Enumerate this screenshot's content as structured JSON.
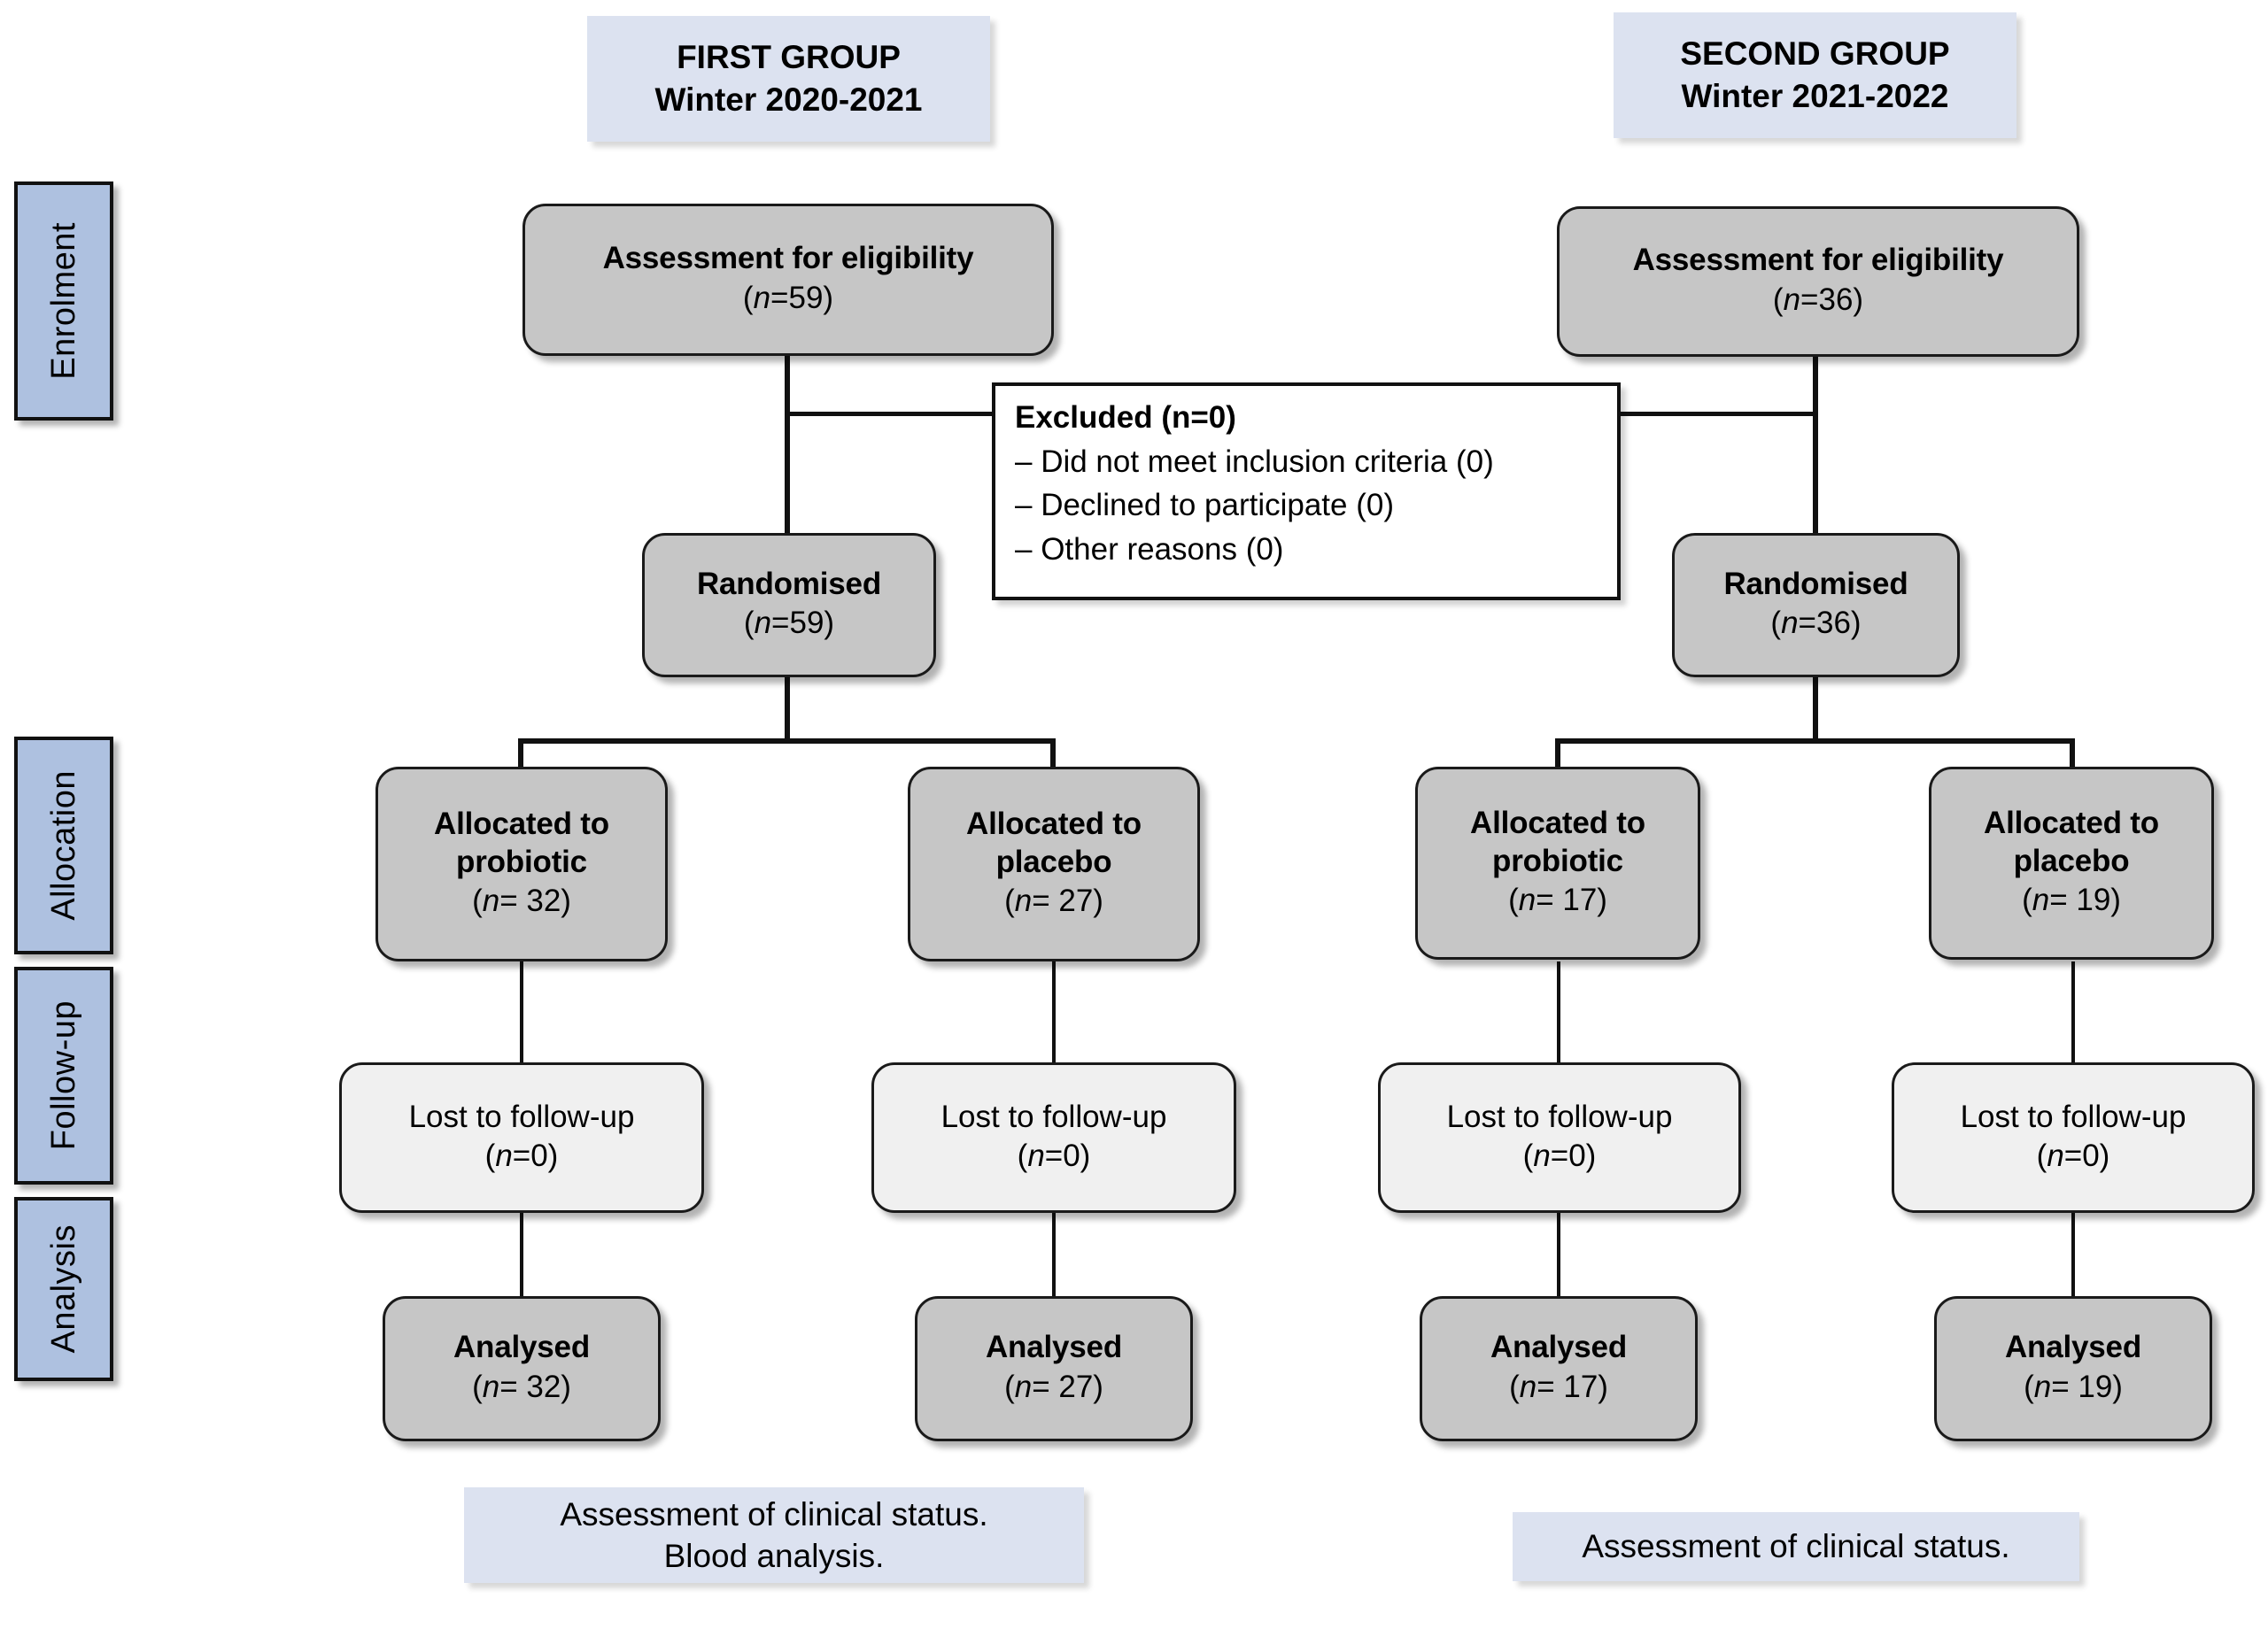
{
  "diagram": {
    "type": "consort-flow-diagram",
    "accent_blue_header": "#dce2f0",
    "accent_blue_stage": "#aec1e0",
    "box_grey": "#c6c6c6",
    "box_pale": "#f0f0f0"
  },
  "group_headers": [
    {
      "line1": "FIRST GROUP",
      "line2": "Winter 2020-2021"
    },
    {
      "line1": "SECOND GROUP",
      "line2": "Winter 2021-2022"
    }
  ],
  "stages": [
    {
      "label": "Enrolment"
    },
    {
      "label": "Allocation"
    },
    {
      "label": "Follow-up"
    },
    {
      "label": "Analysis"
    }
  ],
  "excluded": {
    "title": "Excluded (n=0)",
    "items": [
      "– Did not meet inclusion criteria (0)",
      "– Declined to participate (0)",
      "– Other reasons (0)"
    ]
  },
  "left_group": {
    "assessment": {
      "title": "Assessment for eligibility",
      "n_prefix": "(",
      "n_label": "n",
      "n_value": "=59)"
    },
    "randomised": {
      "title": "Randomised",
      "n_prefix": "(",
      "n_label": "n",
      "n_value": "=59)"
    },
    "arms": [
      {
        "title_line1": "Allocated to",
        "title_line2": "probiotic",
        "alloc_n": "= 32)",
        "lost_title": "Lost to follow-up",
        "lost_n": "=0)",
        "analysed_title": "Analysed",
        "analysed_n": "= 32)"
      },
      {
        "title_line1": "Allocated to",
        "title_line2": "placebo",
        "alloc_n": "= 27)",
        "lost_title": "Lost to follow-up",
        "lost_n": "=0)",
        "analysed_title": "Analysed",
        "analysed_n": "= 27)"
      }
    ],
    "footer_line1": "Assessment of clinical status.",
    "footer_line2": "Blood analysis."
  },
  "right_group": {
    "assessment": {
      "title": "Assessment for eligibility",
      "n_prefix": "(",
      "n_label": "n",
      "n_value": "=36)"
    },
    "randomised": {
      "title": "Randomised",
      "n_prefix": "(",
      "n_label": "n",
      "n_value": "=36)"
    },
    "arms": [
      {
        "title_line1": "Allocated to",
        "title_line2": "probiotic",
        "alloc_n": "= 17)",
        "lost_title": "Lost to follow-up",
        "lost_n": "=0)",
        "analysed_title": "Analysed",
        "analysed_n": "= 17)"
      },
      {
        "title_line1": "Allocated to",
        "title_line2": "placebo",
        "alloc_n": "= 19)",
        "lost_title": "Lost to follow-up",
        "lost_n": "=0)",
        "analysed_title": "Analysed",
        "analysed_n": "= 19)"
      }
    ],
    "footer_line1": "Assessment of clinical status.",
    "footer_line2": ""
  },
  "n_italic_glyph": "n"
}
